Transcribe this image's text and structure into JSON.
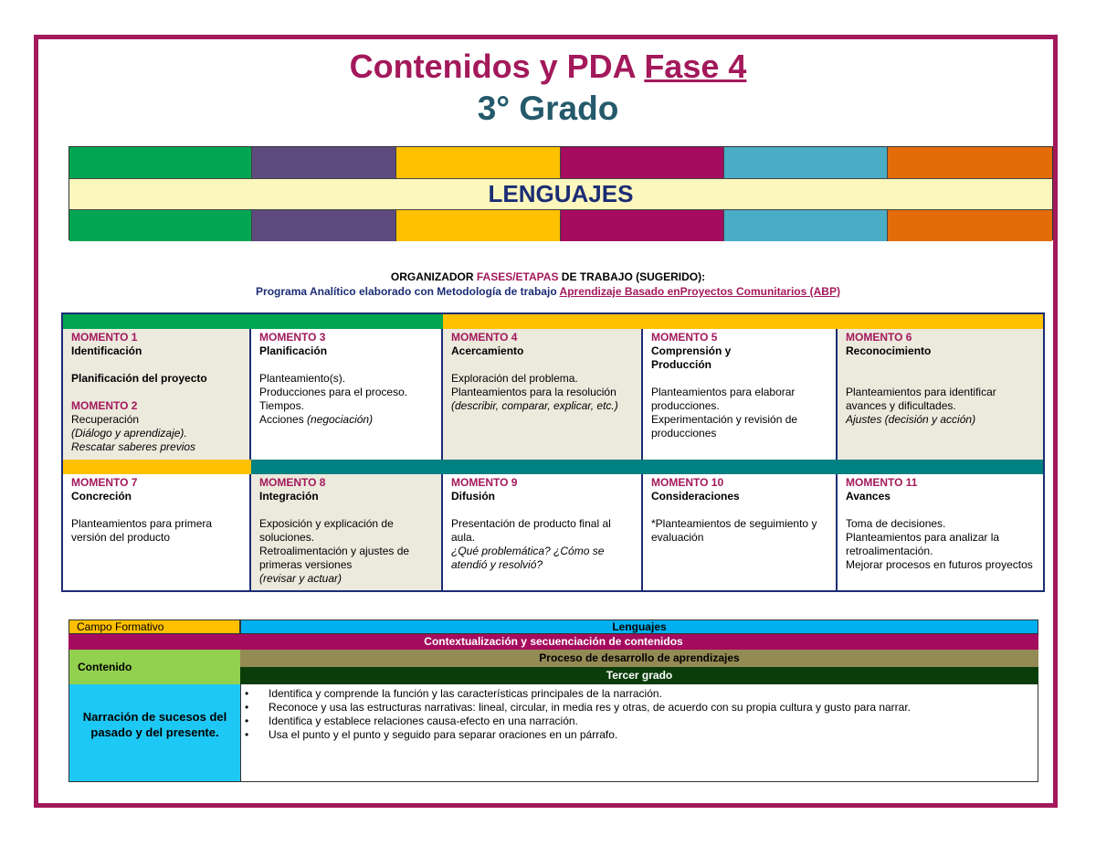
{
  "header": {
    "title_main": "Contenidos y PDA",
    "title_phase": "Fase 4",
    "grade": "3° Grado"
  },
  "colors": {
    "frame": "#a3195b",
    "bands": [
      "#00a651",
      "#5e4a7d",
      "#ffc000",
      "#a50b5e",
      "#4bacc6",
      "#e36c09"
    ],
    "lenguajes_bg": "#fcf7bd"
  },
  "banner": {
    "label": "LENGUAJES"
  },
  "organizer": {
    "line1_pre": "ORGANIZADOR ",
    "line1_highlight": "FASES/ETAPAS",
    "line1_post": " DE TRABAJO (SUGERIDO):",
    "line2_pre": "Programa Analítico elaborado con Metodología de trabajo ",
    "line2_link": "Aprendizaje Basado enProyectos Comunitarios (ABP)"
  },
  "moments": {
    "m1": {
      "title": "MOMENTO 1",
      "name": "Identificación",
      "sub": "Planificación del proyecto"
    },
    "m2": {
      "title": "MOMENTO 2",
      "l1": "Recuperación",
      "l2": "(Diálogo y aprendizaje).",
      "l3": "Rescatar saberes previos"
    },
    "m3": {
      "title": "MOMENTO 3",
      "name": "Planificación",
      "l1": "Planteamiento(s).",
      "l2": "Producciones para el proceso.",
      "l3": "Tiempos.",
      "l4a": "Acciones ",
      "l4b": "(negociación)"
    },
    "m4": {
      "title": "MOMENTO 4",
      "name": "Acercamiento",
      "l1": "Exploración del problema.",
      "l2": "Planteamientos para la resolución",
      "l3": "(describir, comparar, explicar, etc.)"
    },
    "m5": {
      "title": "MOMENTO 5",
      "name": "Comprensión y Producción",
      "l1": "Planteamientos para elaborar producciones.",
      "l2": "Experimentación y revisión de producciones"
    },
    "m6": {
      "title": "MOMENTO 6",
      "name": "Reconocimiento",
      "l1": "Planteamientos para identificar avances y dificultades.",
      "l2": "Ajustes (decisión y acción)"
    },
    "m7": {
      "title": "MOMENTO 7",
      "name": "Concreción",
      "l1": "Planteamientos para primera versión del producto"
    },
    "m8": {
      "title": "MOMENTO 8",
      "name": "Integración",
      "l1": "Exposición y explicación de soluciones.",
      "l2": "Retroalimentación y ajustes de primeras versiones",
      "l3": "(revisar y actuar)"
    },
    "m9": {
      "title": "MOMENTO 9",
      "name": "Difusión",
      "l1": "Presentación de producto final al aula.",
      "l2": "¿Qué problemática? ¿Cómo se atendió y resolvió?"
    },
    "m10": {
      "title": "MOMENTO 10",
      "name": "Consideraciones",
      "l1": "*Planteamientos de seguimiento y evaluación"
    },
    "m11": {
      "title": "MOMENTO 11",
      "name": "Avances",
      "l1": "Toma de decisiones.",
      "l2": "Planteamientos para analizar la retroalimentación.",
      "l3": "Mejorar procesos en futuros proyectos"
    }
  },
  "content_table": {
    "campo_label": "Campo Formativo",
    "campo_value": "Lenguajes",
    "context_title": "Contextualización y secuenciación de contenidos",
    "contenido_label": "Contenido",
    "process_title": "Proceso de desarrollo de aprendizajes",
    "grade_title": "Tercer grado",
    "content_name": "Narración de sucesos del pasado y del presente.",
    "items": [
      "Identifica y comprende la función y las características principales de la narración.",
      "Reconoce y usa las estructuras narrativas: lineal, circular, in media res y otras, de acuerdo con su propia cultura y gusto para narrar.",
      "Identifica y establece relaciones causa-efecto en una narración.",
      "Usa el punto y el punto y seguido para separar oraciones en un párrafo."
    ]
  }
}
